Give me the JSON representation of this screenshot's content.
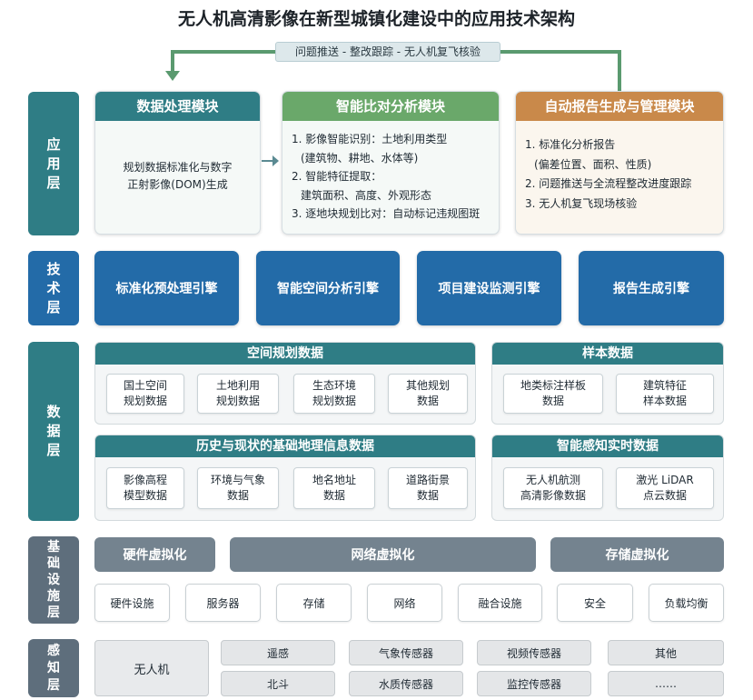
{
  "title": "无人机高清影像在新型城镇化建设中的应用技术架构",
  "feedback_label": "问题推送 - 整改跟踪 - 无人机复飞核验",
  "layers": {
    "application": [
      "应",
      "用",
      "层"
    ],
    "technology": [
      "技",
      "术",
      "层"
    ],
    "data": [
      "数",
      "据",
      "层"
    ],
    "infrastructure": [
      "基",
      "础",
      "设",
      "施",
      "层"
    ],
    "perception": [
      "感",
      "知",
      "层"
    ]
  },
  "app_modules": [
    {
      "title": "数据处理模块",
      "lines": [
        "规划数据标准化与数字",
        "正射影像(DOM)生成"
      ]
    },
    {
      "title": "智能比对分析模块",
      "lines": [
        "1. 影像智能识别：土地利用类型",
        "(建筑物、耕地、水体等)",
        "2. 智能特征提取：",
        "建筑面积、高度、外观形态",
        "3. 逐地块规划比对：自动标记违规图斑"
      ]
    },
    {
      "title": "自动报告生成与管理模块",
      "lines": [
        "1. 标准化分析报告",
        "(偏差位置、面积、性质)",
        "2. 问题推送与全流程整改进度跟踪",
        "3. 无人机复飞现场核验"
      ]
    }
  ],
  "engines": [
    "标准化预处理引擎",
    "智能空间分析引擎",
    "项目建设监测引擎",
    "报告生成引擎"
  ],
  "data_groups": {
    "spatial": {
      "title": "空间规划数据",
      "items": [
        [
          "国土空间",
          "规划数据"
        ],
        [
          "土地利用",
          "规划数据"
        ],
        [
          "生态环境",
          "规划数据"
        ],
        [
          "其他规划",
          "数据"
        ]
      ]
    },
    "sample": {
      "title": "样本数据",
      "items": [
        [
          "地类标注样板",
          "数据"
        ],
        [
          "建筑特征",
          "样本数据"
        ]
      ]
    },
    "basic_geo": {
      "title": "历史与现状的基础地理信息数据",
      "items": [
        [
          "影像高程",
          "模型数据"
        ],
        [
          "环境与气象",
          "数据"
        ],
        [
          "地名地址",
          "数据"
        ],
        [
          "道路街景",
          "数据"
        ]
      ]
    },
    "realtime": {
      "title": "智能感知实时数据",
      "items": [
        [
          "无人机航测",
          "高清影像数据"
        ],
        [
          "激光 LiDAR",
          "点云数据"
        ]
      ]
    }
  },
  "virtualization": [
    "硬件虚拟化",
    "网络虚拟化",
    "存储虚拟化"
  ],
  "infrastructure_items": [
    "硬件设施",
    "服务器",
    "存储",
    "网络",
    "融合设施",
    "安全",
    "负载均衡"
  ],
  "perception": {
    "main": "无人机",
    "grid": [
      "遥感",
      "气象传感器",
      "视频传感器",
      "其他",
      "北斗",
      "水质传感器",
      "监控传感器",
      "……"
    ]
  },
  "colors": {
    "teal": "#2f7d85",
    "blue": "#236ba8",
    "green": "#6aa86a",
    "brown": "#c9894a",
    "gray": "#74838f",
    "arrow_green": "#5a9a6f"
  }
}
